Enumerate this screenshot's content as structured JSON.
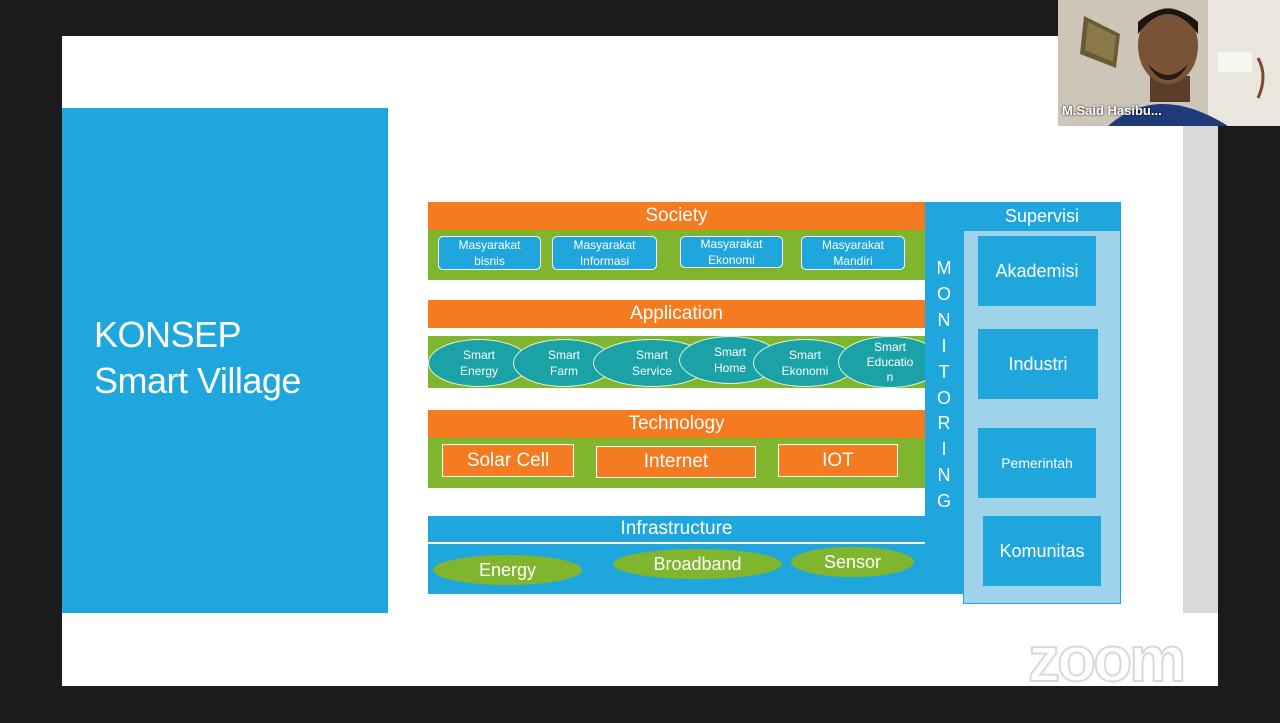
{
  "slide": {
    "title_line1": "KONSEP",
    "title_line2": "Smart Village"
  },
  "society": {
    "label": "Society",
    "items": [
      {
        "line1": "Masyarakat",
        "line2": "bisnis"
      },
      {
        "line1": "Masyarakat",
        "line2": "Informasi"
      },
      {
        "line1": "Masyarakat",
        "line2": "Ekonomi"
      },
      {
        "line1": "Masyarakat",
        "line2": "Mandiri"
      }
    ]
  },
  "application": {
    "label": "Application",
    "items": [
      {
        "line1": "Smart",
        "line2": "Energy"
      },
      {
        "line1": "Smart",
        "line2": "Farm"
      },
      {
        "line1": "Smart",
        "line2": "Service"
      },
      {
        "line1": "Smart",
        "line2": "Home"
      },
      {
        "line1": "Smart",
        "line2": "Ekonomi"
      },
      {
        "line1": "Smart",
        "line2": "Educatio",
        "line3": "n"
      }
    ]
  },
  "technology": {
    "label": "Technology",
    "items": [
      "Solar Cell",
      "Internet",
      "IOT"
    ]
  },
  "infrastructure": {
    "label": "Infrastructure",
    "items": [
      "Energy",
      "Broadband",
      "Sensor"
    ]
  },
  "monitoring": {
    "letters": [
      "M",
      "O",
      "N",
      "I",
      "T",
      "O",
      "R",
      "I",
      "N",
      "G"
    ]
  },
  "supervisi": {
    "label": "Supervisi",
    "items": [
      "Akademisi",
      "Industri",
      "Pemerintah",
      "Komunitas"
    ]
  },
  "video": {
    "participant_name": "M.Said Hasibu..."
  },
  "watermark": "zoom",
  "colors": {
    "orange": "#f47b20",
    "green": "#7fb62e",
    "blue": "#1fa7dd",
    "teal": "#1aa2a6",
    "light_blue": "#9fd3ea"
  }
}
